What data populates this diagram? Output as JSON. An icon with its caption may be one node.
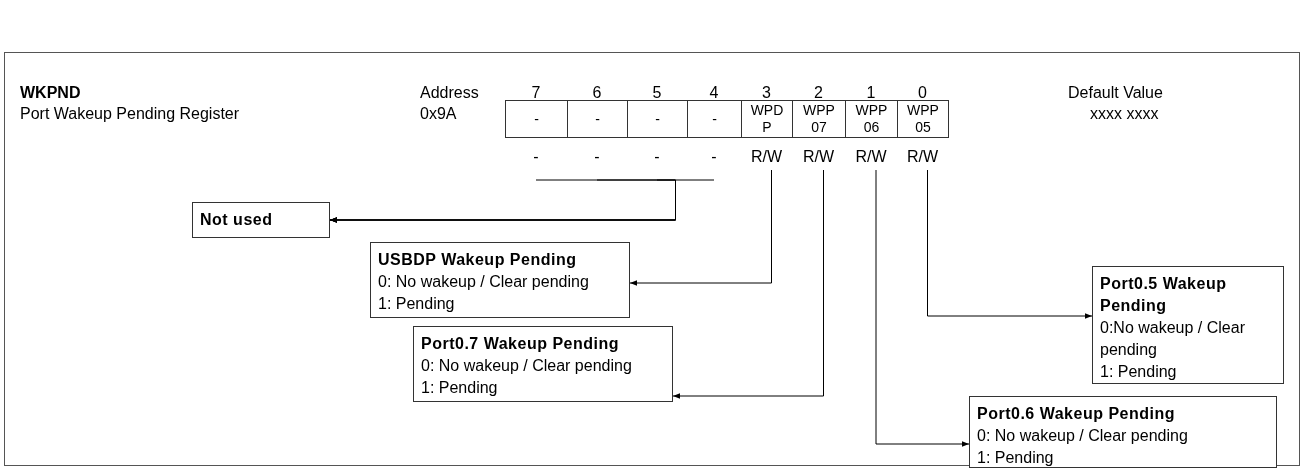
{
  "diagram": {
    "nodes": [
      {
        "text": [
          "-"
        ]
      },
      {
        "text": [
          "-"
        ]
      },
      {
        "text": [
          "-"
        ]
      },
      {
        "text": [
          "-"
        ]
      },
      {
        "text": [
          "WPD P"
        ]
      },
      {
        "text": [
          "WPP 07"
        ]
      },
      {
        "text": [
          "WPP 06"
        ]
      },
      {
        "text": [
          "WPP 05"
        ]
      },
      {
        "text": [
          "-"
        ]
      },
      {
        "text": [
          "-"
        ]
      },
      {
        "text": [
          "-"
        ]
      },
      {
        "text": [
          "-"
        ]
      },
      {
        "text": [
          "R/W"
        ]
      },
      {
        "text": [
          "R/W"
        ]
      },
      {
        "text": [
          "R/W"
        ]
      },
      {
        "text": [
          "R/W"
        ]
      },
      {
        "text": [
          "Not used"
        ]
      },
      {
        "text": [
          "USBDP Wakeup Pending",
          "0: No wakeup / Clear pending",
          "1: Pending"
        ]
      },
      {
        "text": [
          "Port0.7 Wakeup Pending",
          "0: No wakeup / Clear pending",
          "1: Pending"
        ]
      },
      {
        "text": [
          "Port0.6 Wakeup Pending",
          "0: No wakeup / Clear pending",
          "1: Pending"
        ]
      },
      {
        "text": [
          "Port0.5 Wakeup Pending",
          "0:No wakeup / Clear pending",
          "1: Pending"
        ]
      }
    ],
    "edges": [
      {
        "from": 8,
        "to": 16,
        "arrow": "to"
      },
      {
        "from": 9,
        "to": 16,
        "arrow": "to"
      },
      {
        "from": 10,
        "to": 16,
        "arrow": "to"
      },
      {
        "from": 11,
        "to": 16,
        "arrow": "to"
      },
      {
        "from": 12,
        "to": 17,
        "arrow": "to"
      },
      {
        "from": 13,
        "to": 18,
        "arrow": "to"
      },
      {
        "from": 14,
        "to": 19,
        "arrow": "to"
      },
      {
        "from": 15,
        "to": 20,
        "arrow": "to"
      }
    ],
    "labels": [
      "WKPND",
      "Address",
      "7",
      "6",
      "5",
      "4",
      "3",
      "2",
      "1",
      "0",
      "Default Value",
      "Port Wakeup Pending Register",
      "0x9A",
      "xxxx xxxx"
    ]
  }
}
